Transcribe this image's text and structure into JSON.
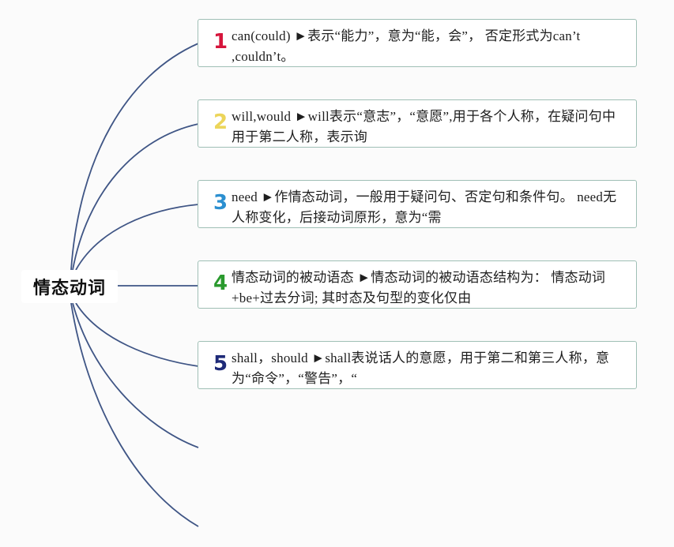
{
  "root": {
    "label": "情态动词"
  },
  "colors": {
    "connector": "#3f5585",
    "card_border": "#9fbfb5",
    "background": "#fbfbfb"
  },
  "items": [
    {
      "number": "1",
      "color": "#d6153c",
      "text": "can(could) ►表示“能力”，意为“能，会”， 否定形式为can’t ,couldn’t。"
    },
    {
      "number": "2",
      "color": "#ecd55a",
      "text": "will,would ►will表示“意志”，“意愿”,用于各个人称，在疑问句中用于第二人称，表示询"
    },
    {
      "number": "3",
      "color": "#2b8fd0",
      "text": "need ►作情态动词，一般用于疑问句、否定句和条件句。 need无人称变化，后接动词原形，意为“需"
    },
    {
      "number": "4",
      "color": "#2a9a2e",
      "text": "情态动词的被动语态 ►情态动词的被动语态结构为： 情态动词+be+过去分词; 其时态及句型的变化仅由"
    },
    {
      "number": "5",
      "color": "#1e2a78",
      "text": "shall，should ►shall表说话人的意愿，用于第二和第三人称，意为“命令”，“警告”，“"
    }
  ]
}
